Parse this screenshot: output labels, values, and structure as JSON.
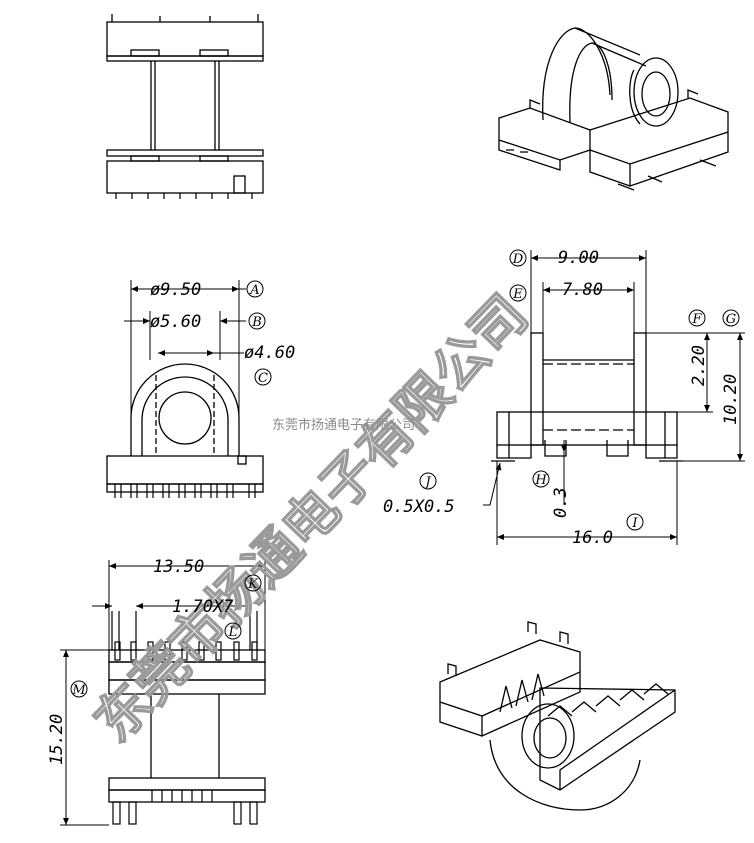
{
  "dimensions": {
    "d950": "ø9.50",
    "d560": "ø5.60",
    "d460": "ø4.60",
    "w900": "9.00",
    "w780": "7.80",
    "h220": "2.20",
    "h1020": "10.20",
    "p05": "0.5X0.5",
    "h03": "0.3",
    "w160": "16.0",
    "w1350": "13.50",
    "pitch": "1.70X7",
    "h1520": "15.20"
  },
  "labels": {
    "A": "A",
    "B": "B",
    "C": "C",
    "D": "D",
    "E": "E",
    "F": "F",
    "G": "G",
    "H": "H",
    "J": "J",
    "I": "I",
    "K": "K",
    "L": "L",
    "M": "M"
  },
  "watermark": {
    "large": "东莞市扬通电子有限公司",
    "small": "东莞市扬通电子有限公司"
  }
}
